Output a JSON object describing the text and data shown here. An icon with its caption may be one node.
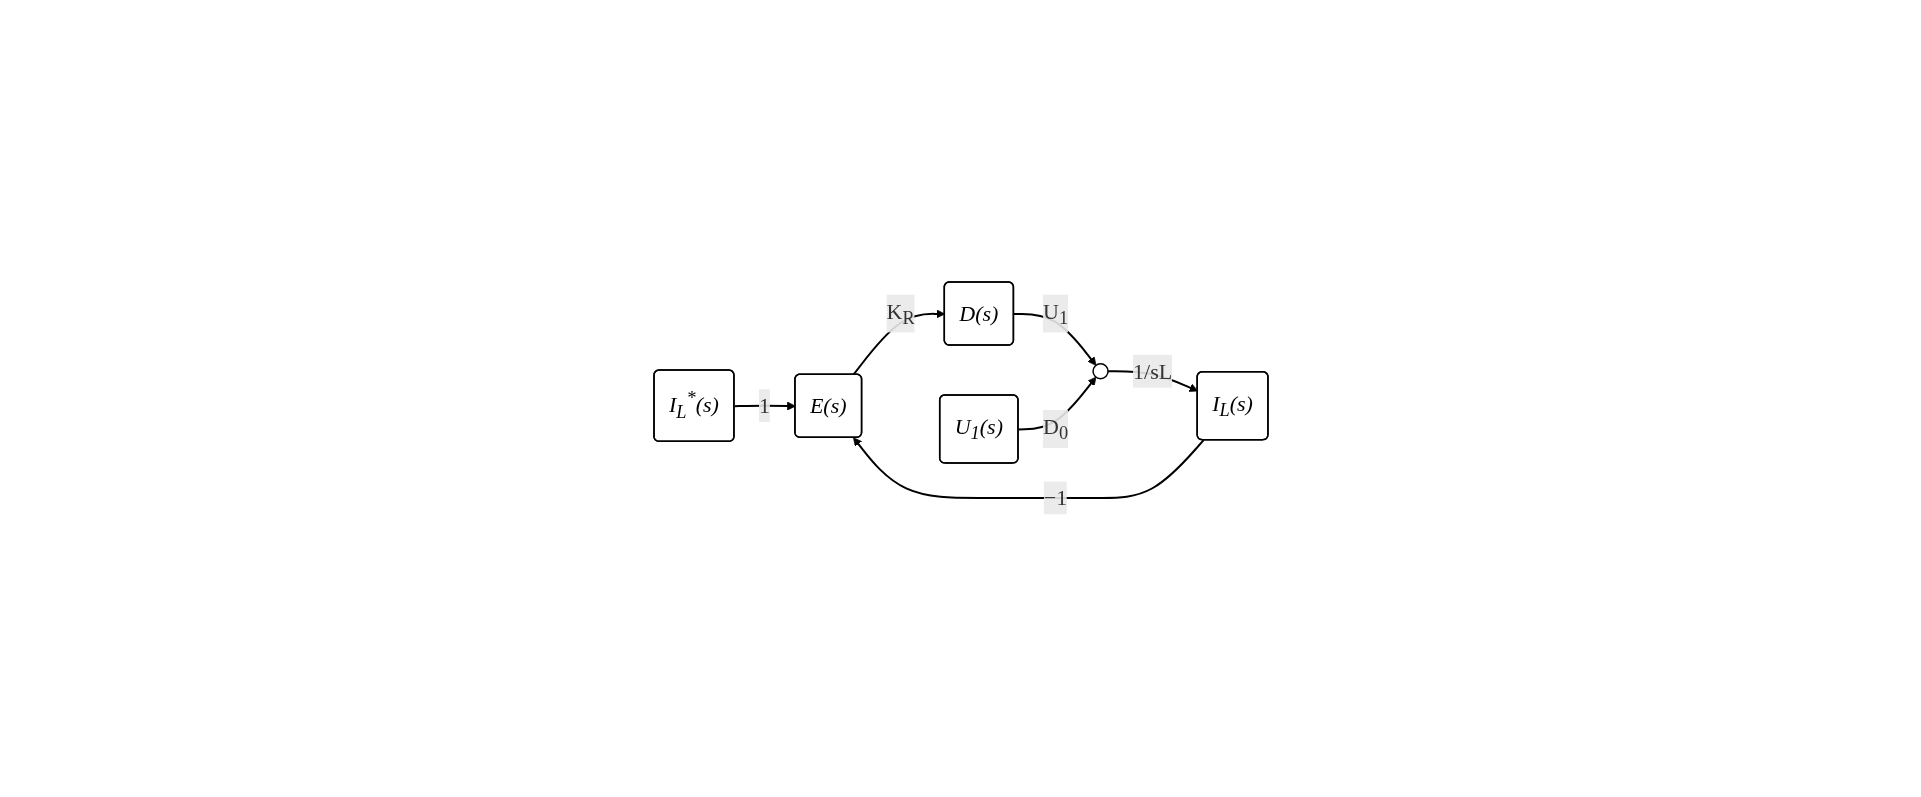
{
  "diagram": {
    "nodes": [
      {
        "text": [
          "I$_{L}$$^{*}$(s)"
        ]
      },
      {
        "text": [
          "E(s)"
        ]
      },
      {
        "text": [
          "D(s)"
        ]
      },
      {
        "text": [],
        "shape": "circle"
      },
      {
        "text": [
          "I$_{L}$(s)"
        ]
      },
      {
        "text": [
          "U$_{1}$(s)"
        ]
      }
    ],
    "edges": [
      {
        "from": 0,
        "to": 1,
        "arrow": "to",
        "label": "1"
      },
      {
        "from": 1,
        "to": 2,
        "arrow": "to",
        "label": "K$_{R}$"
      },
      {
        "from": 2,
        "to": 3,
        "arrow": "to",
        "label": "U$_{1}$"
      },
      {
        "from": 3,
        "to": 4,
        "arrow": "to",
        "label": "1/sL"
      },
      {
        "from": 4,
        "to": 1,
        "arrow": "to",
        "label": "−1"
      },
      {
        "from": 5,
        "to": 3,
        "arrow": "to",
        "label": "D$_{0}$"
      }
    ]
  }
}
